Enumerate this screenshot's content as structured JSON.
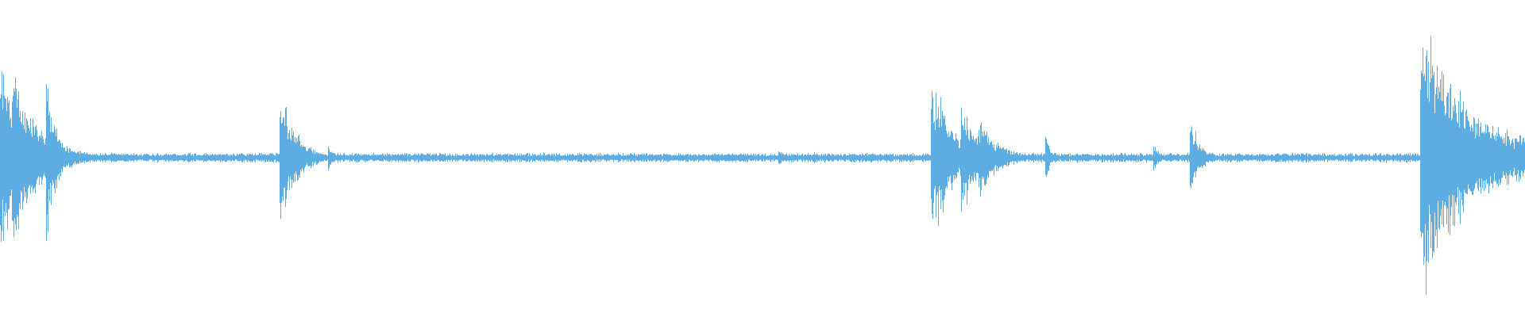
{
  "waveform": {
    "color": "#5dade2",
    "background": "#ffffff",
    "duration_fraction_samples": 1920,
    "baseline_amplitude": 0.025,
    "transients": [
      {
        "t": 0.0,
        "peak": 0.64,
        "decay": 0.02
      },
      {
        "t": 0.004,
        "peak": 0.5,
        "decay": 0.012
      },
      {
        "t": 0.008,
        "peak": 0.6,
        "decay": 0.015
      },
      {
        "t": 0.03,
        "peak": 0.64,
        "decay": 0.006
      },
      {
        "t": 0.183,
        "peak": 0.52,
        "decay": 0.01
      },
      {
        "t": 0.215,
        "peak": 0.09,
        "decay": 0.004
      },
      {
        "t": 0.51,
        "peak": 0.06,
        "decay": 0.006
      },
      {
        "t": 0.533,
        "peak": 0.05,
        "decay": 0.004
      },
      {
        "t": 0.567,
        "peak": 0.05,
        "decay": 0.003
      },
      {
        "t": 0.61,
        "peak": 0.68,
        "decay": 0.012
      },
      {
        "t": 0.618,
        "peak": 0.3,
        "decay": 0.01
      },
      {
        "t": 0.63,
        "peak": 0.5,
        "decay": 0.008
      },
      {
        "t": 0.641,
        "peak": 0.3,
        "decay": 0.012
      },
      {
        "t": 0.685,
        "peak": 0.17,
        "decay": 0.004
      },
      {
        "t": 0.756,
        "peak": 0.14,
        "decay": 0.003
      },
      {
        "t": 0.78,
        "peak": 0.32,
        "decay": 0.006
      },
      {
        "t": 0.853,
        "peak": 0.05,
        "decay": 0.003
      },
      {
        "t": 0.931,
        "peak": 0.96,
        "decay": 0.03
      },
      {
        "t": 0.94,
        "peak": 0.4,
        "decay": 0.06
      }
    ]
  }
}
